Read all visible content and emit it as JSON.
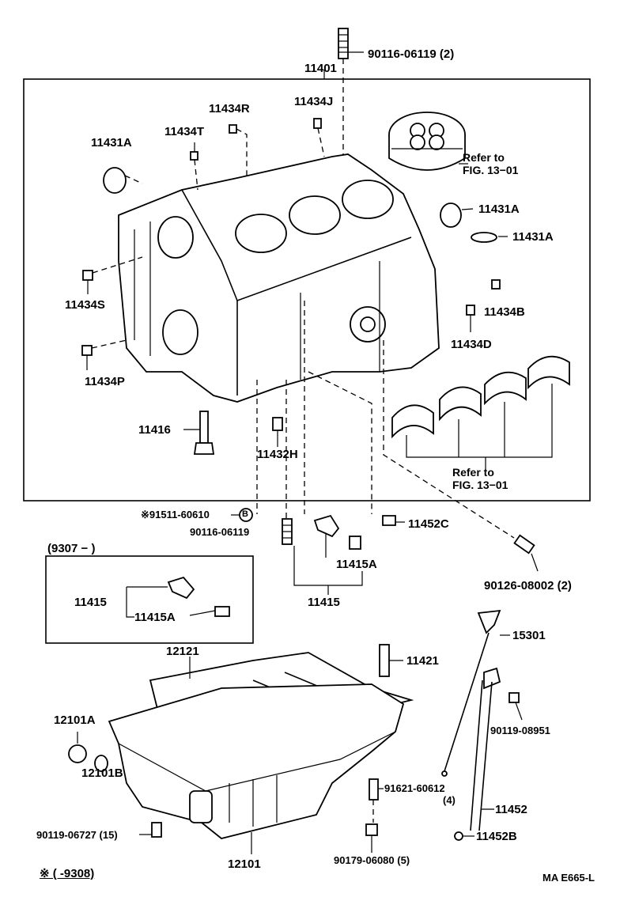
{
  "diagram": {
    "code": "MA E665-L",
    "labels": {
      "p90116_06119_2": "90116-06119 (2)",
      "p11401": "11401",
      "p11434R": "11434R",
      "p11434J": "11434J",
      "p11434T": "11434T",
      "p11431A_left": "11431A",
      "ref_piston_1": "Refer to",
      "ref_piston_2": "FIG. 13−01",
      "p11431A_r1": "11431A",
      "p11431A_r2": "11431A",
      "p11434S": "11434S",
      "p11434B": "11434B",
      "p11434D": "11434D",
      "p11434P": "11434P",
      "p11416": "11416",
      "p11432H": "11432H",
      "ref_bearing_1": "Refer to",
      "ref_bearing_2": "FIG. 13−01",
      "p91511": "※91511-60610",
      "p91511_mark": "B",
      "p90116_06119": "90116-06119",
      "p11452C": "11452C",
      "range_9307": "(9307 −          )",
      "p11415A_mid": "11415A",
      "p11415_mid": "11415",
      "p90126": "90126-08002 (2)",
      "p11415_box": "11415",
      "p11415A_box": "11415A",
      "p12121": "12121",
      "p11421": "11421",
      "p15301": "15301",
      "p12101A": "12101A",
      "p90119_08951": "90119-08951",
      "p12101B": "12101B",
      "p91621": "91621-60612",
      "p91621_qty": "(4)",
      "p11452": "11452",
      "p90119_06727": "90119-06727 (15)",
      "p11452B": "11452B",
      "p12101": "12101",
      "p90179": "90179-06080 (5)",
      "note": "※ (      -9308)"
    }
  }
}
